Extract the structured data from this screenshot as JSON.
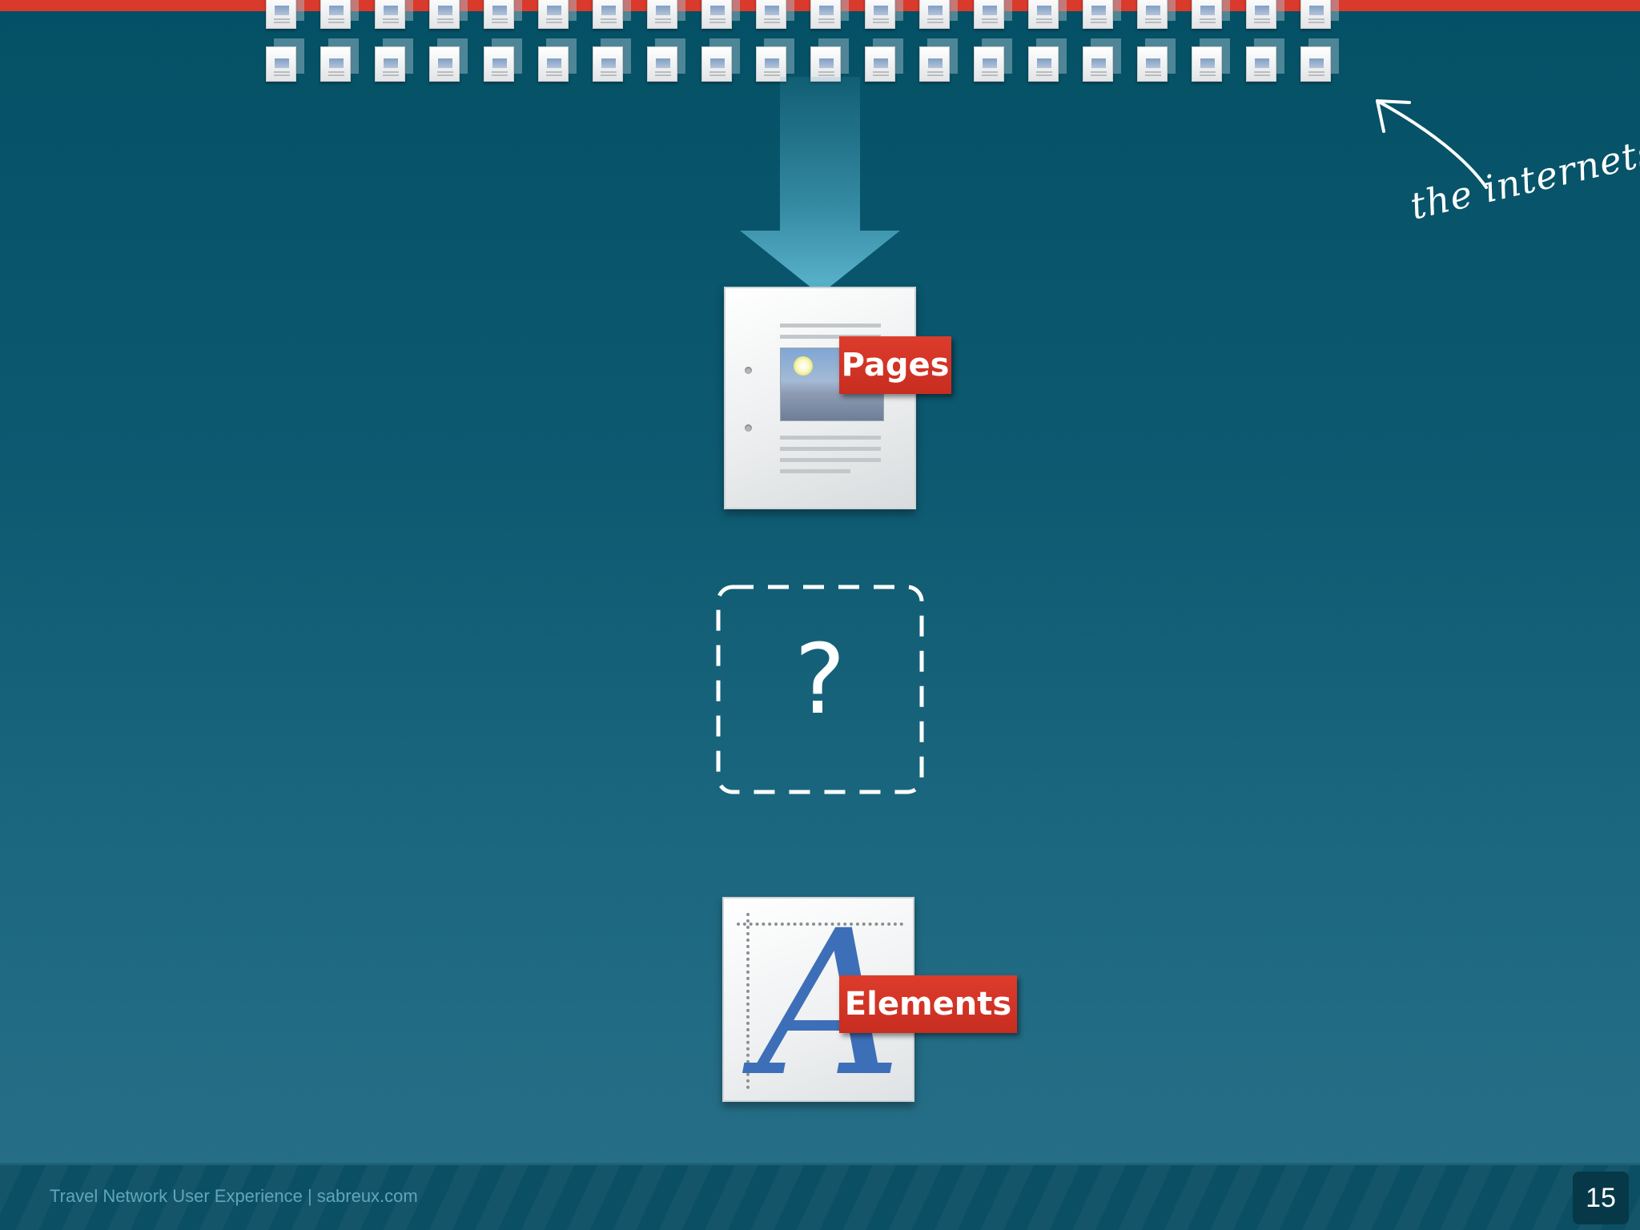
{
  "slide": {
    "annotation": "the internets",
    "pages_label": "Pages",
    "unknown_mark": "?",
    "elements_label": "Elements",
    "elements_glyph": "A",
    "footer_text": "Travel Network User Experience | sabreux.com",
    "page_number": "15"
  },
  "icons": {
    "thumbnail": "page-thumbnail-icon",
    "flow": "down-arrow-icon",
    "annotation_arrow": "hand-drawn-arrow-icon",
    "pages": "document-page-icon",
    "elements": "font-letter-icon"
  },
  "colors": {
    "background": "#0d5970",
    "accent_red": "#d93a2c",
    "flow_arrow": "#5cb3cc",
    "elements_glyph": "#3d6fb8"
  }
}
